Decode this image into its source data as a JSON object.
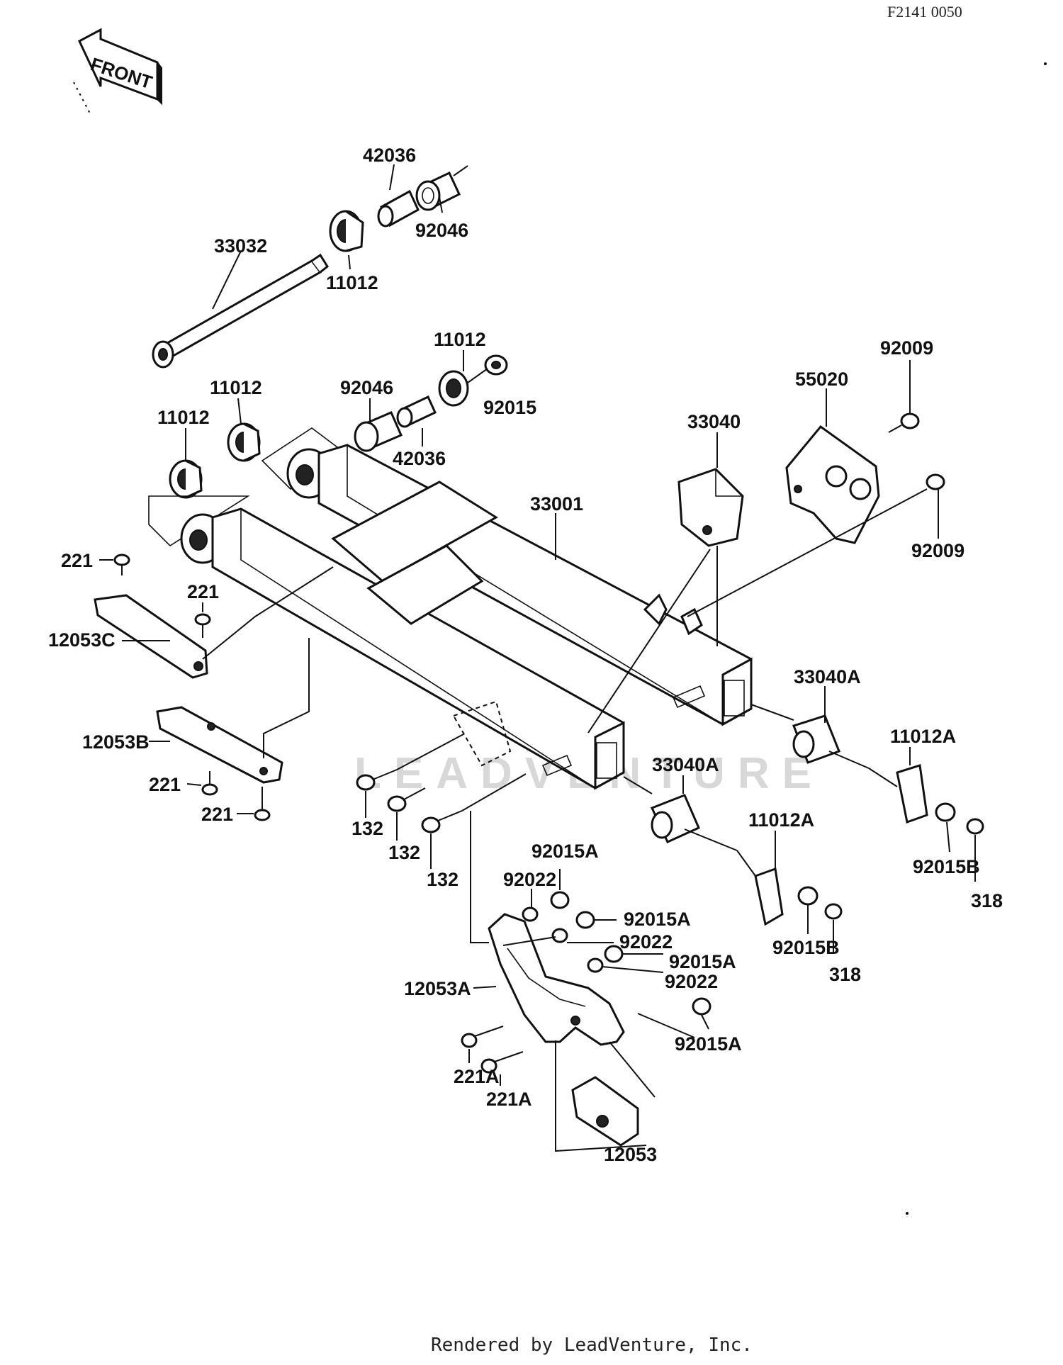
{
  "header": {
    "diagram_code": "F2141 0050",
    "front_label": "FRONT"
  },
  "watermark": {
    "text": "LEADVENTURE"
  },
  "footer": {
    "text": "Rendered by LeadVenture, Inc."
  },
  "callouts": {
    "p42036_top": "42036",
    "p92046_top": "92046",
    "p33032": "33032",
    "p11012_top": "11012",
    "p11012_mid_a": "11012",
    "p11012_mid_b": "11012",
    "p11012_mid_c": "11012",
    "p92046_mid": "92046",
    "p92015": "92015",
    "p42036_mid": "42036",
    "p92009_top": "92009",
    "p55020": "55020",
    "p33040": "33040",
    "p33001": "33001",
    "p92009_bot": "92009",
    "p221_a": "221",
    "p221_b": "221",
    "p12053C": "12053C",
    "p33040A_right": "33040A",
    "p11012A_right": "11012A",
    "p12053B": "12053B",
    "p221_c": "221",
    "p221_d": "221",
    "p33040A_center": "33040A",
    "p132_a": "132",
    "p132_b": "132",
    "p132_c": "132",
    "p11012A_center": "11012A",
    "p92015B_right": "92015B",
    "p318_right": "318",
    "p92015A_a": "92015A",
    "p92022_a": "92022",
    "p92015A_b": "92015A",
    "p92022_b": "92022",
    "p92015A_c": "92015A",
    "p92022_c": "92022",
    "p92015B_center": "92015B",
    "p318_center": "318",
    "p12053A": "12053A",
    "p92015A_d": "92015A",
    "p221A_a": "221A",
    "p221A_b": "221A",
    "p12053": "12053"
  }
}
